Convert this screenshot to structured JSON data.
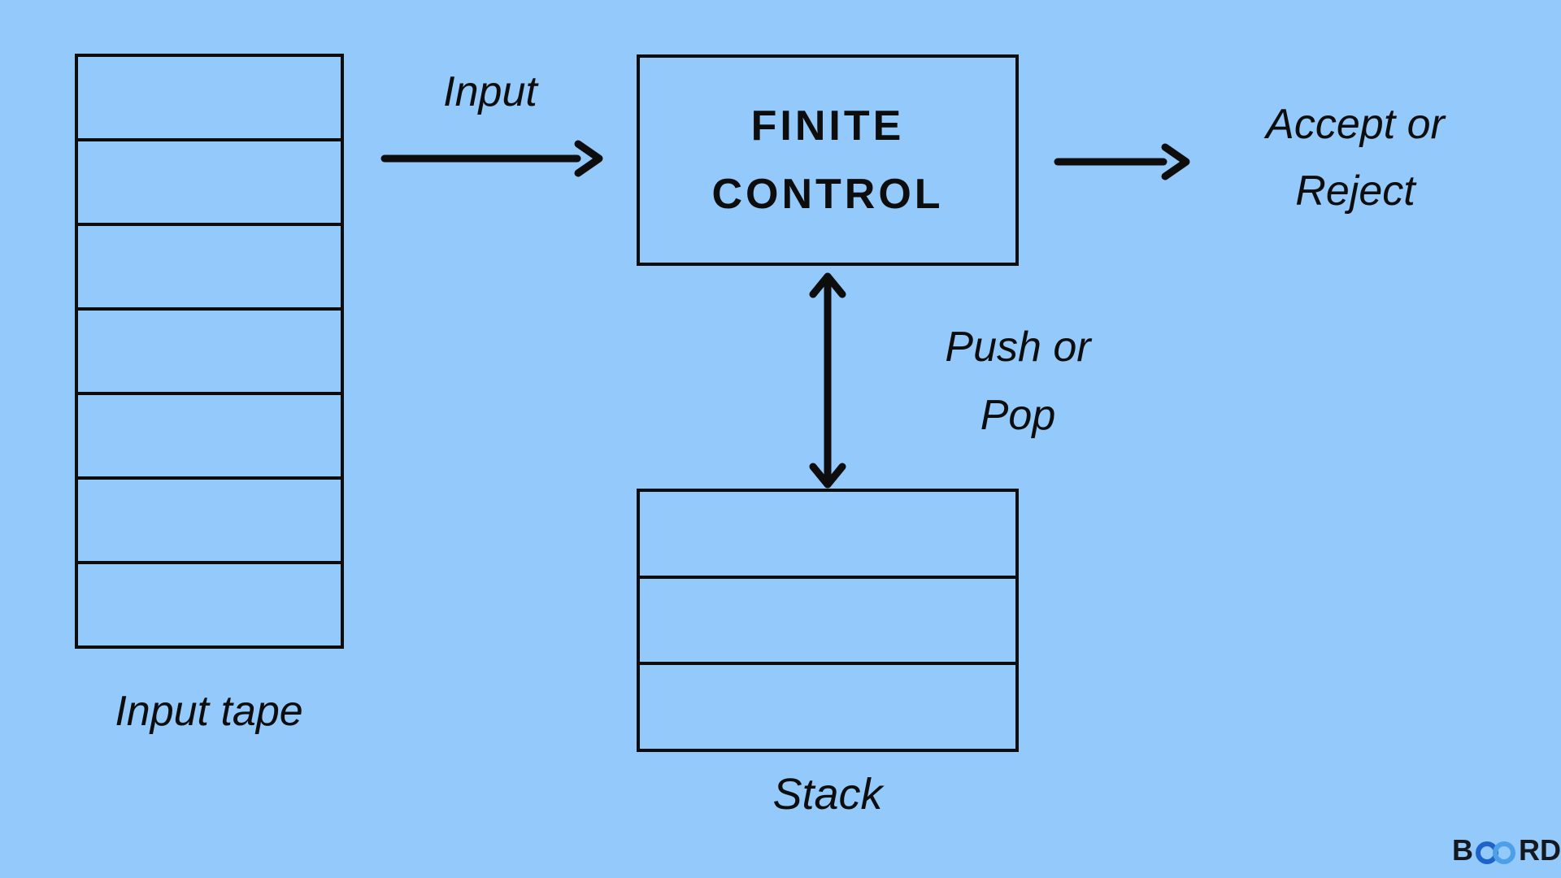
{
  "canvas": {
    "background": "#94C9FB",
    "ink": "#0d0d0d"
  },
  "diagram": {
    "input_tape": {
      "label": "Input tape",
      "cells": 7
    },
    "finite_control": {
      "line1": "FINITE",
      "line2": "CONTROL"
    },
    "stack": {
      "label": "Stack",
      "cells": 3
    },
    "labels": {
      "input": "Input",
      "accept_line1": "Accept or",
      "accept_line2": "Reject",
      "push_line1": "Push or",
      "push_line2": "Pop"
    },
    "icons": {
      "input_arrow": "right-arrow",
      "output_arrow": "right-arrow",
      "push_pop_arrow": "double-vertical-arrow"
    }
  },
  "logo": {
    "prefix": "B",
    "suffix": "RD",
    "infinity_left_color": "#1E63C9",
    "infinity_right_color": "#4D9FE8",
    "text_color": "#14181f"
  }
}
